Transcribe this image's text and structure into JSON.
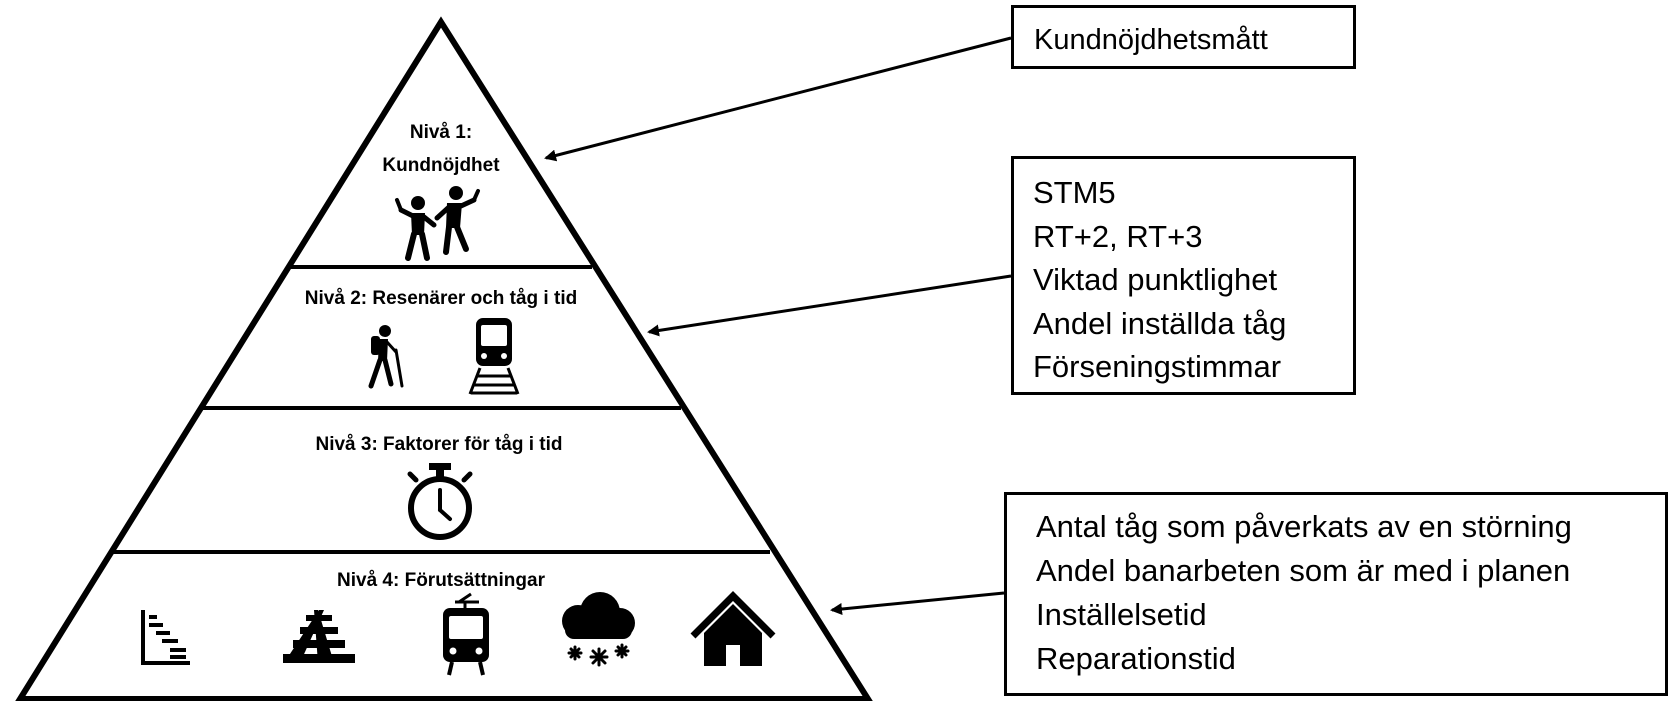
{
  "pyramid": {
    "level1": {
      "title_line1": "Nivå 1:",
      "title_line2": "Kundnöjdhet",
      "icons": [
        "dancing-people-icon"
      ]
    },
    "level2": {
      "title": "Nivå 2: Resenärer och tåg i tid",
      "icons": [
        "hiker-icon",
        "train-icon"
      ]
    },
    "level3": {
      "title": "Nivå 3: Faktorer för tåg i tid",
      "icons": [
        "stopwatch-icon"
      ]
    },
    "level4": {
      "title": "Nivå 4: Förutsättningar",
      "icons": [
        "staircase-chart-icon",
        "railway-track-icon",
        "tram-icon",
        "snow-cloud-icon",
        "house-icon"
      ]
    }
  },
  "boxes": {
    "satisfaction": {
      "lines": [
        "Kundnöjdhetsmått"
      ]
    },
    "level2": {
      "lines": [
        "STM5",
        "RT+2, RT+3",
        "Viktad punktlighet",
        "Andel inställda tåg",
        "Förseningstimmar"
      ]
    },
    "level4": {
      "lines": [
        "Antal tåg som påverkats av en störning",
        "Andel banarbeten som är med i planen",
        "Inställelsetid",
        "Reparationstid"
      ]
    }
  },
  "colors": {
    "stroke": "#000000",
    "background": "#ffffff"
  }
}
